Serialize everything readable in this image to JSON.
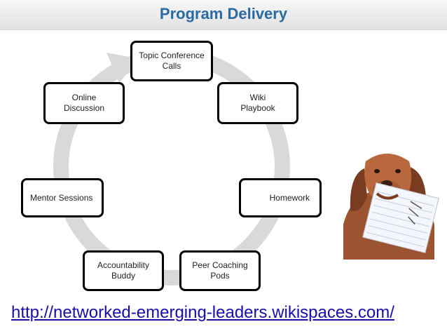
{
  "slide": {
    "title": "Program Delivery",
    "url": "http://networked-emerging-leaders.wikispaces.com/"
  },
  "cycle": {
    "steps": [
      {
        "label": "Topic Conference\nCalls"
      },
      {
        "label": "Wiki\nPlaybook"
      },
      {
        "label": "Homework"
      },
      {
        "label": "Peer Coaching\nPods"
      },
      {
        "label": "Accountability\nBuddy"
      },
      {
        "label": "Mentor Sessions"
      },
      {
        "label": "Online\nDiscussion"
      }
    ]
  },
  "image": {
    "subject": "dog-holding-homework-photo"
  },
  "colors": {
    "title": "#2a6aa2",
    "ring": "#d9d9d9",
    "node_border": "#000000",
    "link": "#1a0dab"
  }
}
